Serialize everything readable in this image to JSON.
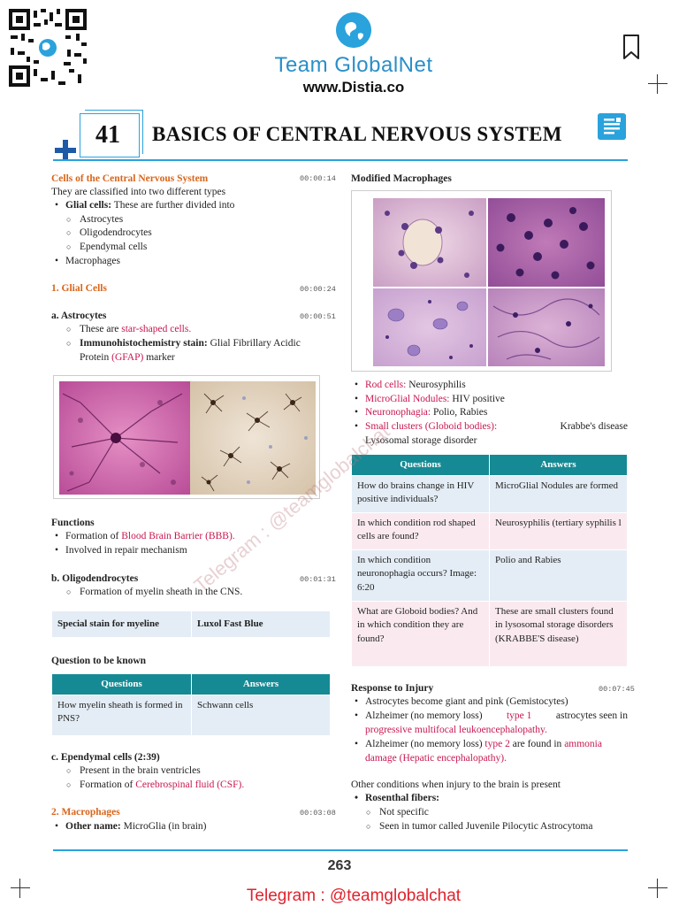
{
  "brand": {
    "name": "Team GlobalNet",
    "url": "www.Distia.co"
  },
  "chapter": {
    "number": "41",
    "title": "BASICS OF CENTRAL NERVOUS SYSTEM"
  },
  "left": {
    "cells_heading": "Cells of the Central Nervous System",
    "cells_time": "00:00:14",
    "classified": "They are classified into two different types",
    "glial_label": "Glial cells:",
    "glial_text": " These are further divided into",
    "sub1": "Astrocytes",
    "sub2": "Oligodendrocytes",
    "sub3": "Ependymal cells",
    "macrophages": "Macrophages",
    "glial_heading": "1.  Glial Cells",
    "glial_time": "00:00:24",
    "astro_heading": "a.  Astrocytes",
    "astro_time": "00:00:51",
    "astro_1a": "These are ",
    "astro_1b": "star-shaped cells.",
    "astro_2a": "Immunohistochemistry stain:",
    "astro_2b": " Glial Fibrillary Acidic",
    "astro_2c": "Protein ",
    "astro_2d": "(GFAP)",
    "astro_2e": " marker",
    "functions_heading": "Functions",
    "func1a": "Formation of ",
    "func1b": "Blood Brain Barrier (BBB).",
    "func2": "Involved in repair mechanism",
    "oligo_heading": "b.  Oligodendrocytes",
    "oligo_time": "00:01:31",
    "oligo_1": "Formation of myelin sheath in the CNS.",
    "stain_label": "Special stain for myeline",
    "stain_value": "Luxol Fast Blue",
    "qtbk_heading": "Question to be known",
    "qtable": {
      "col_q": "Questions",
      "col_a": "Answers",
      "rows": [
        {
          "q": "How myelin sheath is formed in PNS?",
          "a": "Schwann cells"
        }
      ]
    },
    "epen_heading": "c.  Ependymal cells (2:39)",
    "epen_1": "Present in the brain ventricles",
    "epen_2a": "Formation of ",
    "epen_2b": "Cerebrospinal fluid (CSF).",
    "macro_heading": "2.  Macrophages",
    "macro_time": "00:03:08",
    "macro_1a": "Other name:",
    "macro_1b": " MicroGlia (in brain)"
  },
  "right": {
    "modified_heading": "Modified Macrophages",
    "mm1a": "Rod cells:",
    "mm1b": " Neurosyphilis",
    "mm2a": "MicroGlial Nodules:",
    "mm2b": " HIV positive",
    "mm3a": "Neuronophagia:",
    "mm3b": " Polio, Rabies",
    "mm4a": "Small clusters (Globoid bodies):",
    "mm4b": " Krabbe's disease",
    "mm4c": "Lysosomal storage disorder",
    "qtable": {
      "col_q": "Questions",
      "col_a": "Answers",
      "rows": [
        {
          "q": "How do brains change in HIV positive individuals?",
          "a": "MicroGlial Nodules are formed"
        },
        {
          "q": "In which condition rod shaped cells are found?",
          "a": "Neurosyphilis (tertiary syphilis l"
        },
        {
          "q": "In which condition neuronophagia occurs? Image: 6:20",
          "a": "Polio and Rabies"
        },
        {
          "q": "What are Globoid bodies? And in which condition they are found?",
          "a": "These are small clusters found in lysosomal storage disorders (KRABBE'S disease)"
        }
      ]
    },
    "injury_heading": "Response to Injury",
    "injury_time": "00:07:45",
    "inj1": "Astrocytes become giant and pink (Gemistocytes)",
    "inj2a": "Alzheimer (no memory loss) ",
    "inj2b": "type 1",
    "inj2c": " astrocytes seen in",
    "inj2d": "progressive multifocal leukoencephalopathy.",
    "inj3a": "Alzheimer (no memory loss) ",
    "inj3b": "type 2",
    "inj3c": " are found in ",
    "inj3d": "ammonia",
    "inj3e": "damage (Hepatic encephalopathy).",
    "other_cond": "Other conditions when injury to the brain is present",
    "rosenthal": "Rosenthal fibers:",
    "ros1": "Not specific",
    "ros2": "Seen in tumor called Juvenile Pilocytic Astrocytoma"
  },
  "watermark": "Telegram : @teamglobalchat",
  "page_number": "263",
  "footer": "Telegram : @teamglobalchat"
}
